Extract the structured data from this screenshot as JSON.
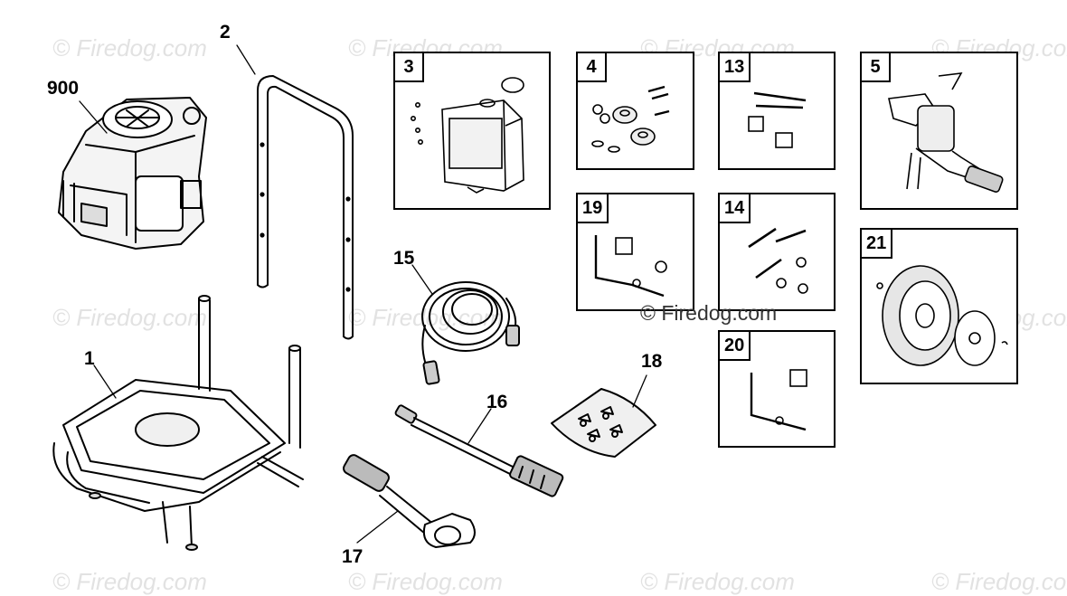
{
  "watermark": {
    "text": "© Firedog.com",
    "center_text": "© Firedog.com"
  },
  "callouts": {
    "engine": "900",
    "frame": "1",
    "handle": "2",
    "hose": "15",
    "wand": "16",
    "gun": "17",
    "bag": "18"
  },
  "boxes": {
    "panel": "3",
    "bearings": "4",
    "bolts_13": "13",
    "pump": "5",
    "kit_19": "19",
    "bolts_14": "14",
    "wheel": "21",
    "kit_20": "20"
  }
}
